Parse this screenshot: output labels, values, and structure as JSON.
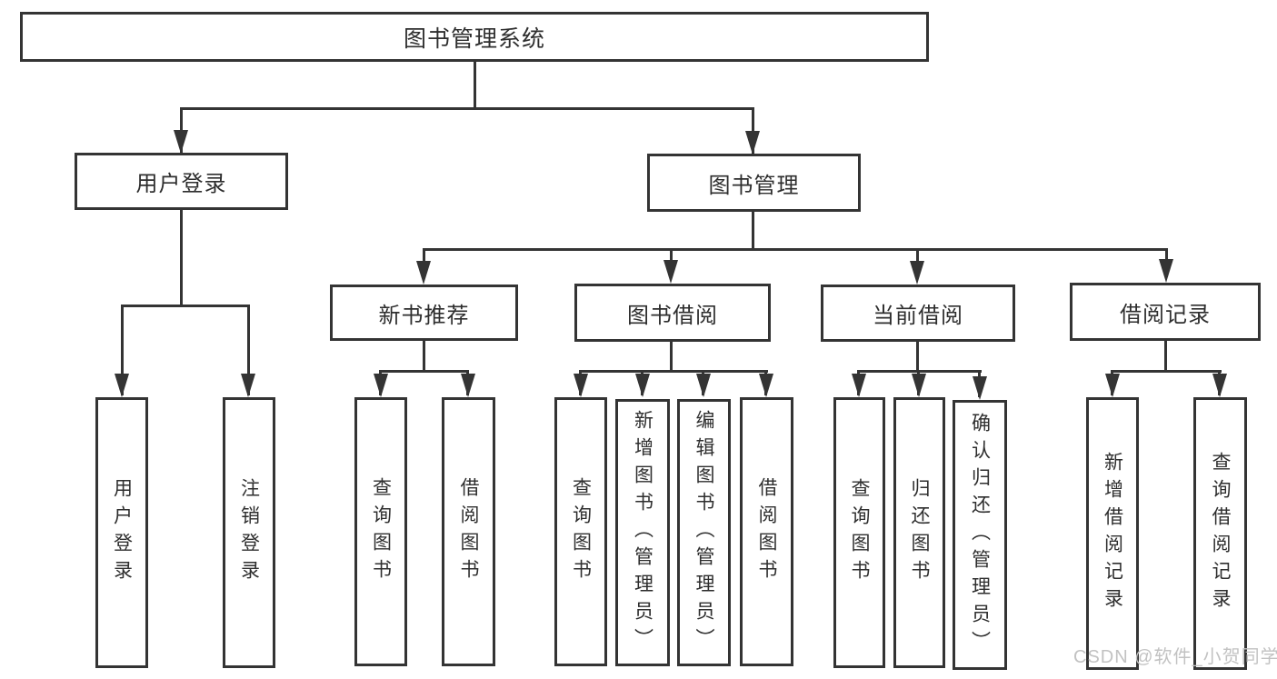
{
  "diagram": {
    "root_label": "图书管理系统",
    "level2": {
      "user_login": "用户登录",
      "book_mgmt": "图书管理"
    },
    "level3": {
      "new_book": "新书推荐",
      "book_borrow": "图书借阅",
      "current_borrow": "当前借阅",
      "borrow_record": "借阅记录"
    },
    "leaves": {
      "user_login": [
        "用户登录",
        "注销登录"
      ],
      "new_book": [
        "查询图书",
        "借阅图书"
      ],
      "book_borrow": [
        "查询图书",
        "新增图书（管理员）",
        "编辑图书（管理员）",
        "借阅图书"
      ],
      "current_borrow": [
        "查询图书",
        "归还图书",
        "确认归还（管理员）"
      ],
      "borrow_record": [
        "新增借阅记录",
        "查询借阅记录"
      ]
    }
  },
  "watermark": "CSDN @软件_小贺同学",
  "colors": {
    "line": "#343434",
    "box_border": "#343434",
    "text": "#2e2e2e",
    "watermark": "#c2c2c2",
    "background": "#ffffff"
  }
}
